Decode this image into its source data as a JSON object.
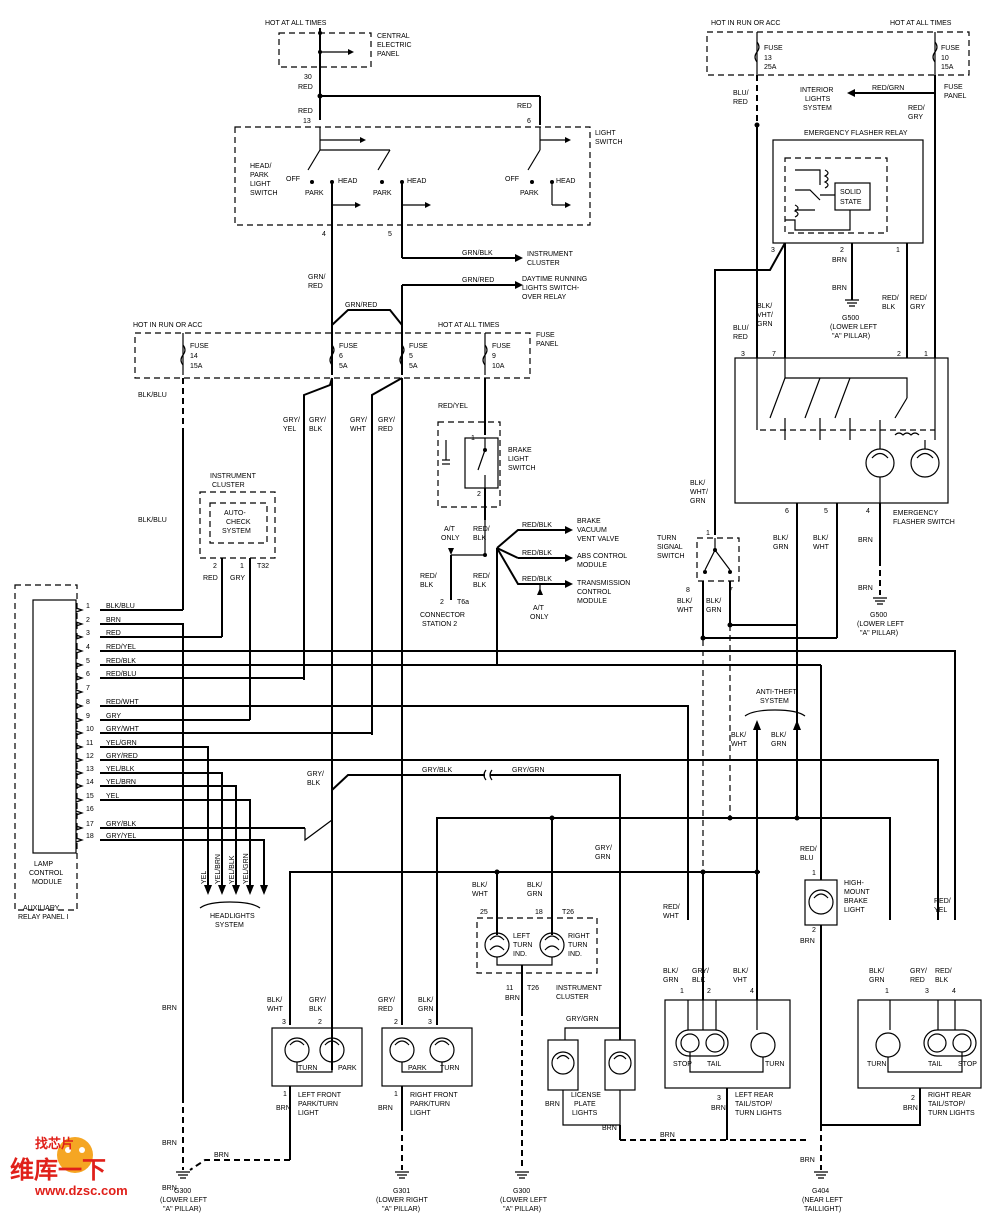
{
  "diagram": {
    "supply": {
      "hot_at_all_times": "HOT AT ALL TIMES",
      "hot_in_run_or_acc": "HOT IN RUN OR ACC",
      "central_panel": [
        "CENTRAL",
        "ELECTRIC",
        "PANEL"
      ],
      "fuse_panel": [
        "FUSE",
        "PANEL"
      ],
      "fuse": "FUSE"
    },
    "fuses": [
      {
        "num": "14",
        "amp": "15A"
      },
      {
        "num": "6",
        "amp": "5A"
      },
      {
        "num": "5",
        "amp": "5A"
      },
      {
        "num": "9",
        "amp": "10A"
      },
      {
        "num": "13",
        "amp": "25A"
      },
      {
        "num": "10",
        "amp": "15A"
      }
    ],
    "components": {
      "light_switch": [
        "LIGHT",
        "SWITCH"
      ],
      "head_park": [
        "HEAD/",
        "PARK",
        "LIGHT",
        "SWITCH"
      ],
      "off": "OFF",
      "park": "PARK",
      "head": "HEAD",
      "instrument_cluster_out": [
        "INSTRUMENT",
        "CLUSTER"
      ],
      "drl": [
        "DAYTIME RUNNING",
        "LIGHTS SWITCH-",
        "OVER RELAY"
      ],
      "interior_lights": [
        "INTERIOR",
        "LIGHTS",
        "SYSTEM"
      ],
      "emergency_relay": "EMERGENCY FLASHER RELAY",
      "solid_state": [
        "SOLID",
        "STATE"
      ],
      "flasher_switch": [
        "EMERGENCY",
        "FLASHER SWITCH"
      ],
      "brake_light_switch": [
        "BRAKE",
        "LIGHT",
        "SWITCH"
      ],
      "brake_vacuum": [
        "BRAKE",
        "VACUUM",
        "VENT VALVE"
      ],
      "abs": [
        "ABS CONTROL",
        "MODULE"
      ],
      "transmission": [
        "TRANSMISSION",
        "CONTROL",
        "MODULE"
      ],
      "at_only": [
        "A/T",
        "ONLY"
      ],
      "connector_station": [
        "CONNECTOR",
        "STATION 2"
      ],
      "t6a": "T6a",
      "instrument_cluster": [
        "INSTRUMENT",
        "CLUSTER"
      ],
      "auto_check": [
        "AUTO-",
        "CHECK",
        "SYSTEM"
      ],
      "t32": "T32",
      "turn_signal_switch": [
        "TURN",
        "SIGNAL",
        "SWITCH"
      ],
      "anti_theft": [
        "ANTI-THEFT",
        "SYSTEM"
      ],
      "lamp_module": [
        "LAMP",
        "CONTROL",
        "MODULE"
      ],
      "aux_relay": [
        "AUXILIARY",
        "RELAY PANEL I"
      ],
      "headlights": [
        "HEADLIGHTS",
        "SYSTEM"
      ],
      "turn_ind": [
        "LEFT",
        "TURN",
        "IND.",
        "RIGHT",
        "TURN",
        "IND."
      ],
      "t26": "T26",
      "high_mount": [
        "HIGH-",
        "MOUNT",
        "BRAKE",
        "LIGHT"
      ],
      "license": [
        "LICENSE",
        "PLATE",
        "LIGHTS"
      ],
      "lf_light": [
        "LEFT FRONT",
        "PARK/TURN",
        "LIGHT"
      ],
      "rf_light": [
        "RIGHT FRONT",
        "PARK/TURN",
        "LIGHT"
      ],
      "lr_light": [
        "LEFT REAR",
        "TAIL/STOP/",
        "TURN LIGHTS"
      ],
      "rr_light": [
        "RIGHT REAR",
        "TAIL/STOP/",
        "TURN LIGHTS"
      ],
      "turn": "TURN",
      "tail": "TAIL",
      "stop": "STOP"
    },
    "grounds": {
      "g300_a": [
        "G300",
        "(LOWER LEFT",
        "\"A\" PILLAR)"
      ],
      "g301": [
        "G301",
        "(LOWER RIGHT",
        "\"A\" PILLAR)"
      ],
      "g404": [
        "G404",
        "(NEAR LEFT",
        "TAILLIGHT)"
      ],
      "g500": [
        "G500",
        "(LOWER LEFT",
        "\"A\" PILLAR)"
      ]
    },
    "module_pins": [
      {
        "pin": "1",
        "wire": "BLK/BLU"
      },
      {
        "pin": "2",
        "wire": "BRN"
      },
      {
        "pin": "3",
        "wire": "RED"
      },
      {
        "pin": "4",
        "wire": "RED/YEL"
      },
      {
        "pin": "5",
        "wire": "RED/BLK"
      },
      {
        "pin": "6",
        "wire": "RED/BLU"
      },
      {
        "pin": "7",
        "wire": ""
      },
      {
        "pin": "8",
        "wire": "RED/WHT"
      },
      {
        "pin": "9",
        "wire": "GRY"
      },
      {
        "pin": "10",
        "wire": "GRY/WHT"
      },
      {
        "pin": "11",
        "wire": "YEL/GRN"
      },
      {
        "pin": "12",
        "wire": "GRY/RED"
      },
      {
        "pin": "13",
        "wire": "YEL/BLK"
      },
      {
        "pin": "14",
        "wire": "YEL/BRN"
      },
      {
        "pin": "15",
        "wire": "YEL"
      },
      {
        "pin": "16",
        "wire": ""
      },
      {
        "pin": "17",
        "wire": "GRY/BLK"
      },
      {
        "pin": "18",
        "wire": "GRY/YEL"
      }
    ],
    "wires": {
      "red": "RED",
      "brn": "BRN",
      "blk_blu": "BLK/BLU",
      "grn_red": "GRN/RED",
      "grn_red_split": [
        "GRN/",
        "RED"
      ],
      "grn_blk": "GRN/BLK",
      "red_grn": "RED/GRN",
      "red_yel": "RED/YEL",
      "red_blk": "RED/BLK",
      "blu_red": [
        "BLU/",
        "RED"
      ],
      "red_gry": [
        "RED/",
        "GRY"
      ],
      "red_blk_split": [
        "RED/",
        "BLK"
      ],
      "gry_yel": [
        "GRY/",
        "YEL"
      ],
      "gry_blk": [
        "GRY/",
        "BLK"
      ],
      "gry_wht": [
        "GRY/",
        "WHT"
      ],
      "gry_red": [
        "GRY/",
        "RED"
      ],
      "blk_vht_grn": [
        "BLK/",
        "VHT/",
        "GRN"
      ],
      "blk_wht_grn": [
        "BLK/",
        "WHT/",
        "GRN"
      ],
      "blk_grn": [
        "BLK/",
        "GRN"
      ],
      "blk_wht": [
        "BLK/",
        "WHT"
      ],
      "blk_vht": [
        "BLK/",
        "VHT"
      ],
      "red_blu": [
        "RED/",
        "BLU"
      ],
      "red_wht": [
        "RED/",
        "WHT"
      ],
      "gry_grn": [
        "GRY/",
        "GRN"
      ],
      "red_yel_split": [
        "RED/",
        "YEL"
      ],
      "gry_blk_run": "GRY/BLK",
      "gry_grn_run": "GRY/GRN",
      "gry": "GRY",
      "yel": "YEL",
      "yel_brn": "YEL/BRN",
      "yel_blk": "YEL/BLK",
      "yel_grn": "YEL/GRN",
      "red_blk_v": [
        "RED/",
        "BLK"
      ]
    },
    "watermark": {
      "cn": "维库一下",
      "cn_small": "找芯片",
      "url": "www.dzsc.com"
    }
  }
}
